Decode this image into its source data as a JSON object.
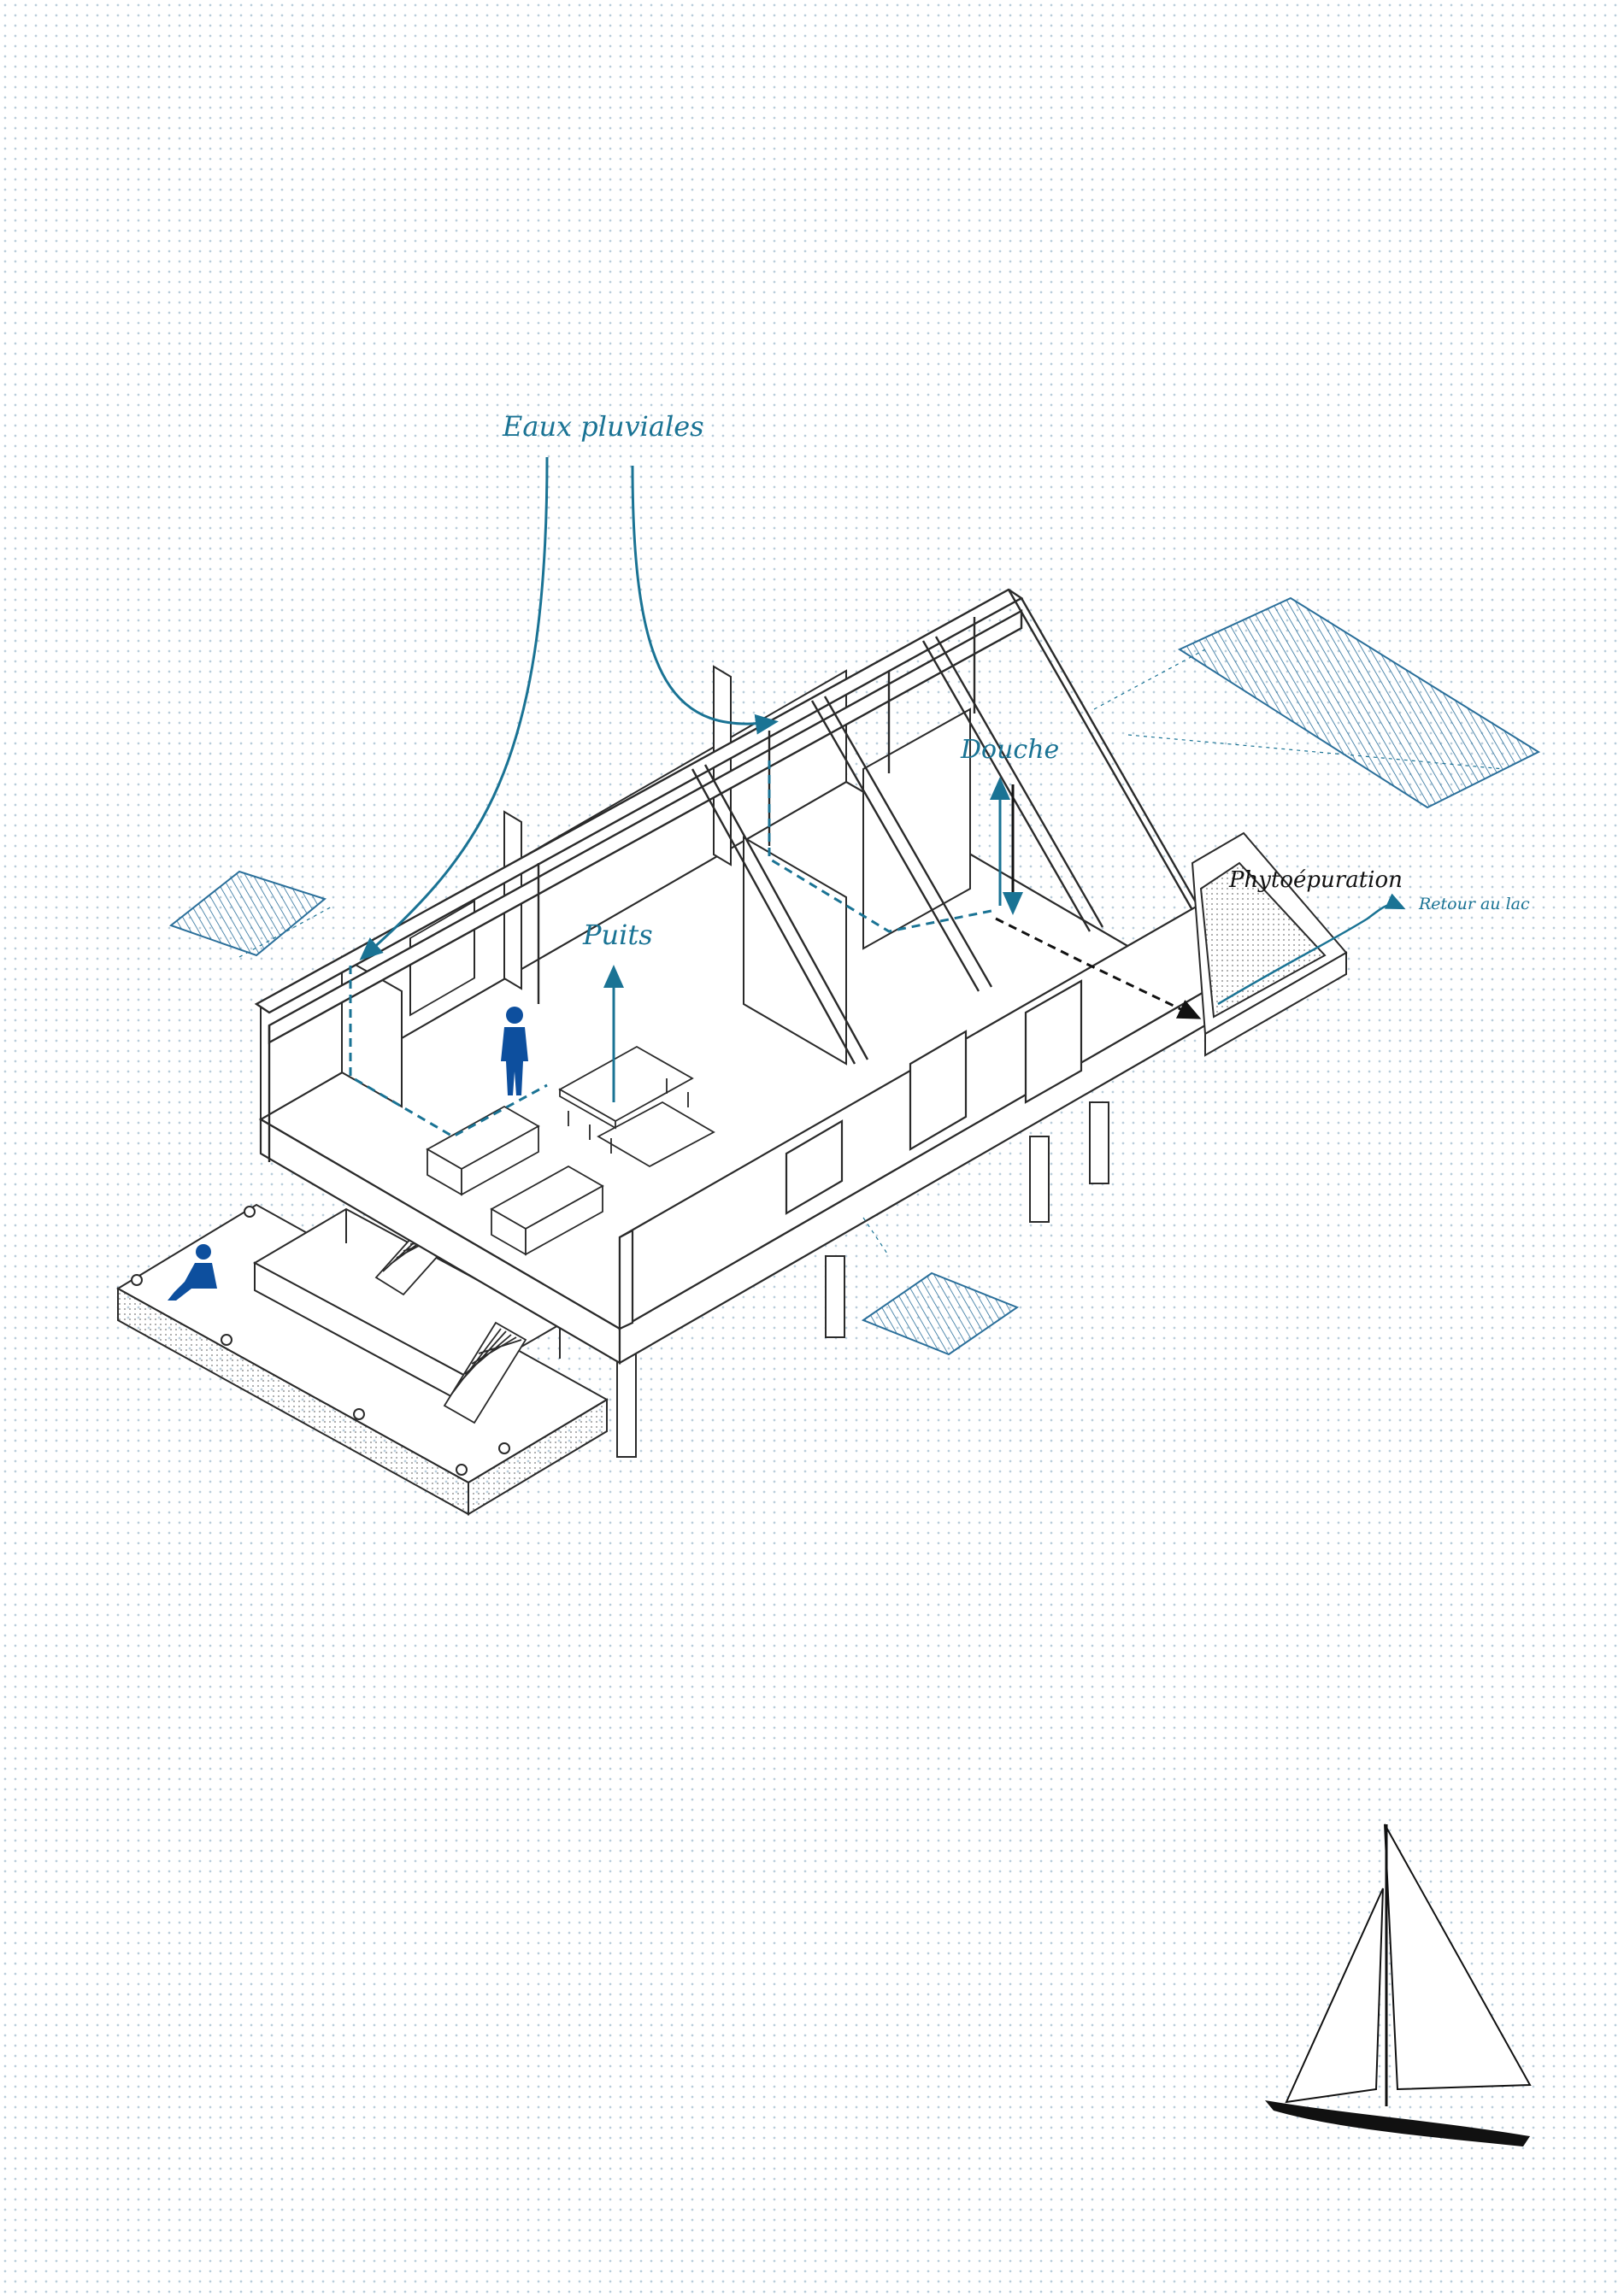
{
  "labels": {
    "rain": "Eaux pluviales",
    "well": "Puits",
    "shower": "Douche",
    "phyto": "Phytoépuration",
    "return": "Retour au lac"
  },
  "colors": {
    "flow_blue": "#1a7394",
    "figure_blue": "#0d4f9e",
    "line": "#2a2a2a",
    "dots": "#b9cddb"
  },
  "icons": {
    "person_standing": "standing-person-icon",
    "person_sitting": "sitting-person-icon",
    "sailboat": "sailboat-icon"
  }
}
